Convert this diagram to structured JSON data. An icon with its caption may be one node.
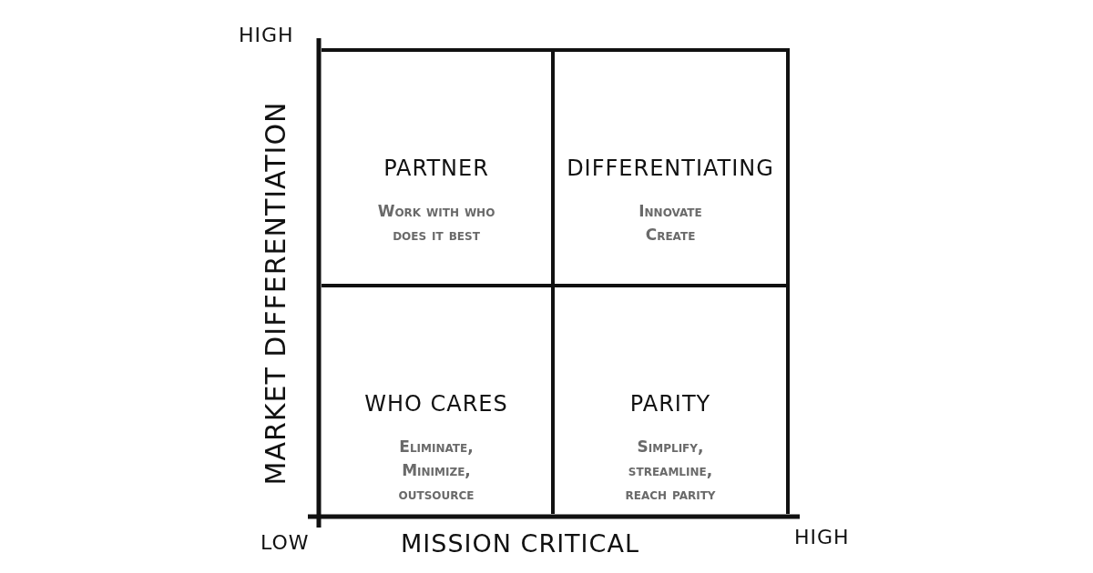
{
  "diagram": {
    "nodes": [
      {
        "text": [
          "PARTNER",
          "Work with who does it best"
        ]
      },
      {
        "text": [
          "DIFFERENTIATING",
          "Innovate Create"
        ]
      },
      {
        "text": [
          "WHO CARES",
          "Eliminate, Minimize, outsource"
        ]
      },
      {
        "text": [
          "PARITY",
          "Simplify, streamline, reach parity"
        ]
      }
    ],
    "labels": [
      "HIGH",
      "MARKET DIFFERENTIATION",
      "LOW",
      "MISSION CRITICAL",
      "HIGH"
    ]
  }
}
